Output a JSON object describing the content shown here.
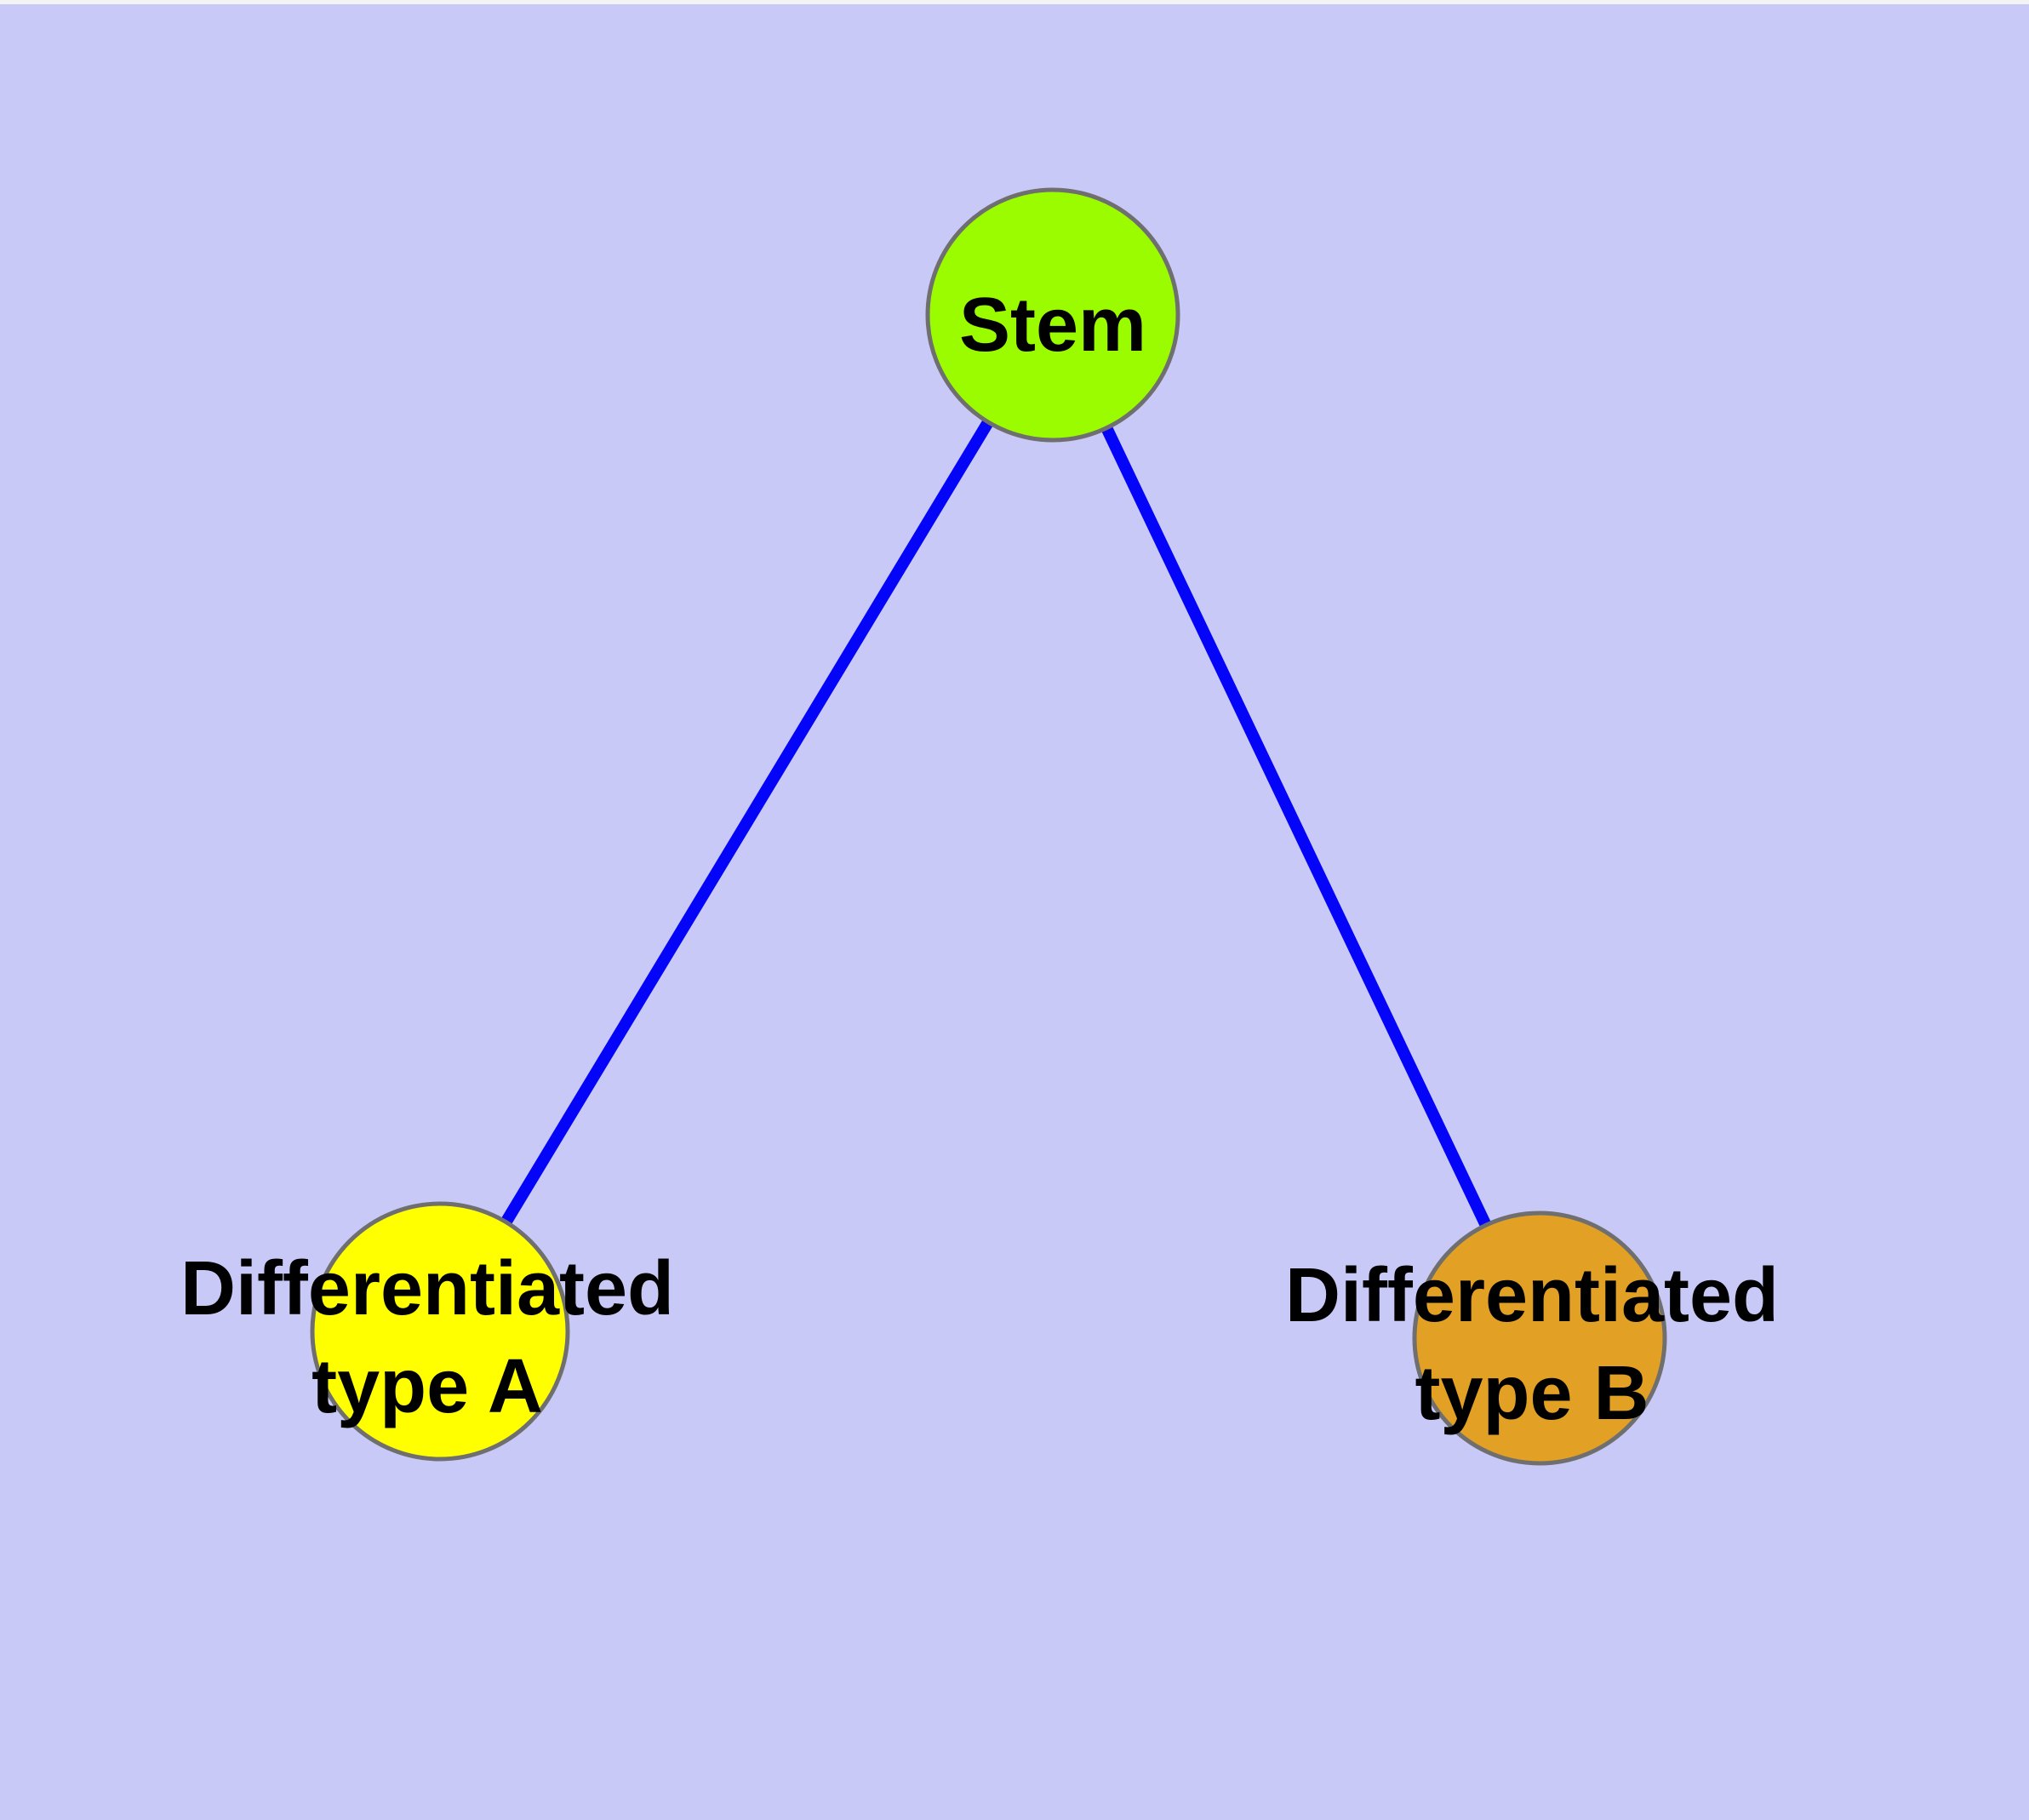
{
  "diagram": {
    "type": "graph",
    "background_color": "#C9C9F8",
    "top_strip_color": "#F3F3F6",
    "edge_color": "#0404F8",
    "node_border_color": "#6F6F6F",
    "label_color": "#000000",
    "nodes": {
      "stem": {
        "label": "Stem",
        "fill": "#9BFC00"
      },
      "typeA": {
        "label": "Differentiated type A",
        "line1": "Differentiated",
        "line2": "type A",
        "fill": "#FFFF00"
      },
      "typeB": {
        "label": "Differentiated type B",
        "line1": "Differentiated",
        "line2": "type B",
        "fill": "#E2A024"
      }
    },
    "edges": [
      {
        "from": "Stem",
        "to": "Differentiated type A"
      },
      {
        "from": "Stem",
        "to": "Differentiated type B"
      }
    ]
  }
}
